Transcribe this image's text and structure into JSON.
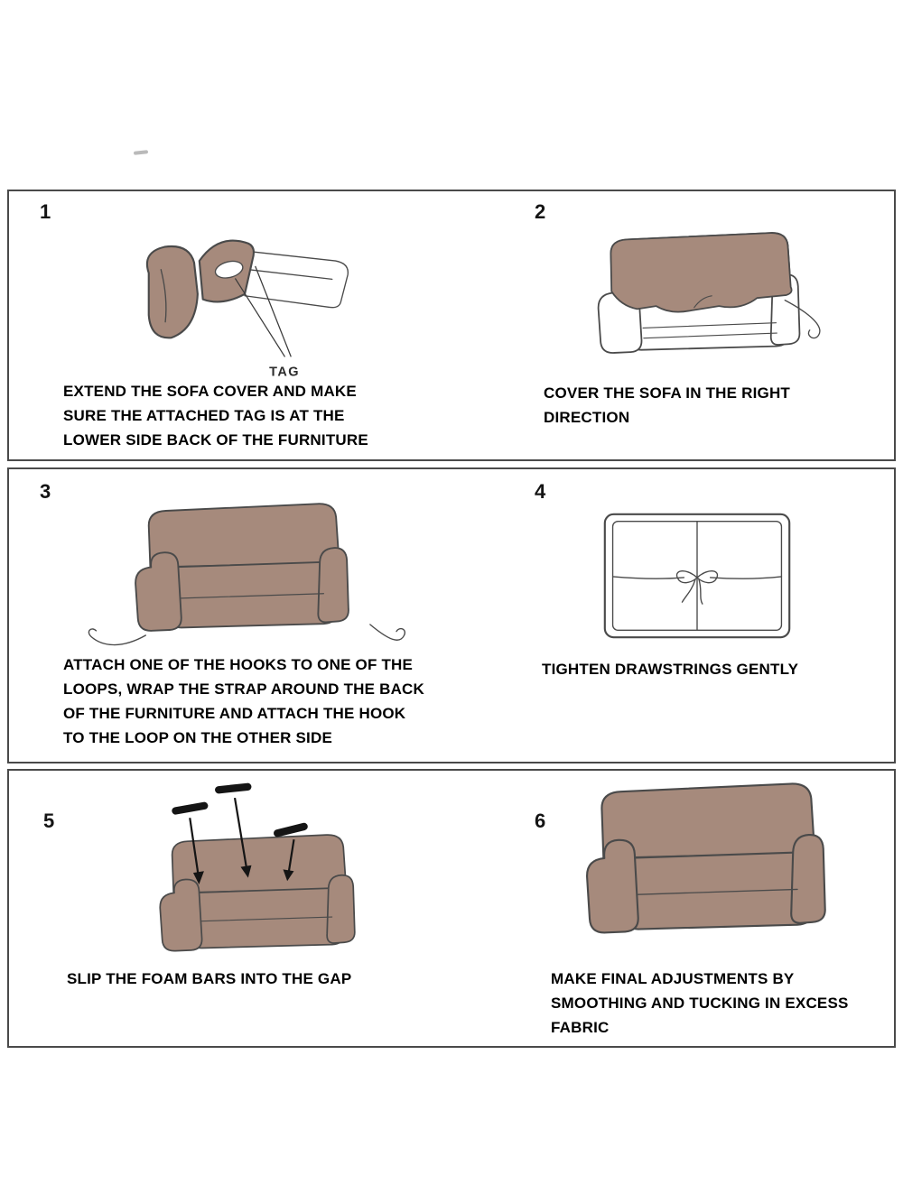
{
  "colors": {
    "sofa_fill": "#a68a7c",
    "sofa_outline": "#4a4a4a",
    "box_border": "#4a4a4a",
    "foam_bar": "#151515",
    "text": "#000000"
  },
  "steps": [
    {
      "number": "1",
      "caption": "EXTEND THE SOFA COVER AND MAKE SURE THE ATTACHED TAG IS AT THE LOWER SIDE BACK OF THE FURNITURE",
      "tag_label": "TAG",
      "illustration": "sofa-cover-extended-with-tag"
    },
    {
      "number": "2",
      "caption": "COVER THE SOFA IN THE RIGHT DIRECTION",
      "illustration": "sofa-being-covered"
    },
    {
      "number": "3",
      "caption": "ATTACH ONE OF THE HOOKS TO ONE OF THE LOOPS, WRAP THE STRAP AROUND THE BACK OF THE FURNITURE AND ATTACH THE HOOK TO THE LOOP ON THE OTHER SIDE",
      "illustration": "covered-sofa-with-straps"
    },
    {
      "number": "4",
      "caption": "TIGHTEN DRAWSTRINGS GENTLY",
      "illustration": "sofa-back-drawstring-bow"
    },
    {
      "number": "5",
      "caption": "SLIP THE FOAM BARS INTO THE GAP",
      "illustration": "sofa-with-foam-bars-and-arrows"
    },
    {
      "number": "6",
      "caption": "MAKE FINAL ADJUSTMENTS BY SMOOTHING AND TUCKING IN EXCESS FABRIC",
      "illustration": "finished-covered-sofa"
    }
  ]
}
